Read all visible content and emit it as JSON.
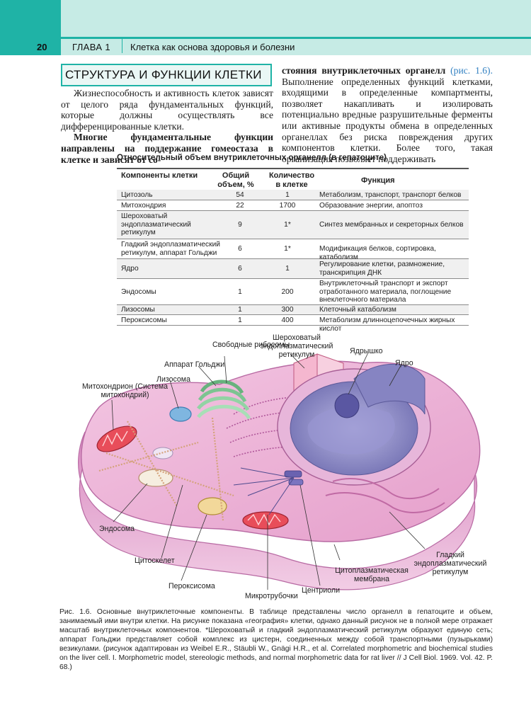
{
  "header": {
    "page_number": "20",
    "chapter": "ГЛАВА  1",
    "chapter_title": "Клетка как основа здоровья и болезни"
  },
  "section_title": "СТРУКТУРА И ФУНКЦИИ КЛЕТКИ",
  "col_left": {
    "p1": "Жизнеспособность и активность клеток зависят от целого ряда фундаментальных функций, которые должны осуществлять все дифференцированные клетки.",
    "p2_bold": "Многие фундаментальные функции направлены на поддержание гомеостаза в клетке и зависят от со-"
  },
  "col_right": {
    "p_bold": "стояния внутриклеточных органелл",
    "p_ref": "(рис. 1.6).",
    "p_rest": "Выполнение определенных функций клетками, входящими в определенные компартменты, позволяет накапливать и изолировать потенциально вредные разрушительные ферменты или активные продукты обмена в определенных органеллах без риска повреждения других компонентов клетки. Более того, такая организация позволяет поддерживать"
  },
  "table": {
    "title": "Относительный объем внутриклеточных органелл (в гепатоците)",
    "headers": {
      "component": "Компоненты клетки",
      "volume": "Общий объем, %",
      "count": "Количество в клетке",
      "function": "Функция"
    },
    "rows": [
      {
        "component": "Цитозоль",
        "volume": "54",
        "count": "1",
        "function": "Метаболизм, транспорт, транспорт белков"
      },
      {
        "component": "Митохондрия",
        "volume": "22",
        "count": "1700",
        "function": "Образование энергии, апоптоз"
      },
      {
        "component": "Шероховатый эндоплазматический ретикулум",
        "volume": "9",
        "count": "1*",
        "function": "Синтез мембранных и секреторных белков"
      },
      {
        "component": "Гладкий эндоплазматический ретикулум, аппарат Гольджи",
        "volume": "6",
        "count": "1*",
        "function": "Модификация белков, сортировка, катаболизм"
      },
      {
        "component": "Ядро",
        "volume": "6",
        "count": "1",
        "function": "Регулирование клетки, размножение, транскрипция ДНК"
      },
      {
        "component": "Эндосомы",
        "volume": "1",
        "count": "200",
        "function": "Внутриклеточный транспорт и экспорт отработанного материала, поглощение внеклеточного материала"
      },
      {
        "component": "Лизосомы",
        "volume": "1",
        "count": "300",
        "function": "Клеточный катаболизм"
      },
      {
        "component": "Пероксисомы",
        "volume": "1",
        "count": "400",
        "function": "Метаболизм длинноцепочечных жирных кислот"
      }
    ]
  },
  "figure": {
    "labels": {
      "free_ribosomes": "Свободные рибосомы",
      "rough_er": "Шероховатый эндоплазматический ретикулум",
      "nucleolus": "Ядрышко",
      "nucleus": "Ядро",
      "golgi": "Аппарат Гольджи",
      "lysosome": "Лизосома",
      "mitochondrion": "Митохондрион (Система митохондрий)",
      "endosome": "Эндосома",
      "cytoskeleton": "Цитоскелет",
      "peroxisome": "Пероксисома",
      "microtubules": "Микротрубочки",
      "centrioles": "Центриоли",
      "membrane": "Цитоплазматическая мембрана",
      "smooth_er": "Гладкий эндоплазматический ретикулум"
    }
  },
  "caption": "Рис. 1.6. Основные внутриклеточные компоненты. В таблице представлены число органелл в гепатоците и объем, занимаемый ими внутри клетки. На рисунке показана «география» клетки, однако данный рисунок не в полной мере отражает масштаб внутриклеточных компонентов. *Шероховатый и гладкий эндоплазматический ретикулум образуют единую сеть; аппарат Гольджи представляет собой комплекс из цистерн, соединенных между собой транспортными (пузырьками) везикулами. (рисунок адаптирован из Weibel E.R., Stäubli W., Gnägi H.R., et al. Correlated morphometric and biochemical studies on the liver cell. I. Morphometric model, stereologic methods, and normal morphometric data for rat liver // J Cell Biol. 1969. Vol. 42. P. 68.)",
  "colors": {
    "accent": "#1fb3a6",
    "band": "#c6ebe5",
    "cell_pink": "#e9a9cf",
    "nucleus": "#8a88c4"
  }
}
